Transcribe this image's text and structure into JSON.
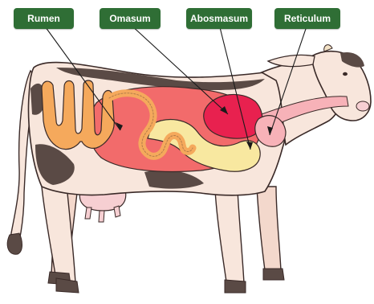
{
  "labels": {
    "rumen": "Rumen",
    "omasum": "Omasum",
    "abomasum": "Abosmasum",
    "reticulum": "Reticulum"
  },
  "colors": {
    "label_bg": "#2f6e35",
    "label_text": "#ffffff",
    "cow_body": "#f8e6dc",
    "cow_spots": "#5a4a45",
    "outline": "#3a2a28",
    "rumen": "#f5a95c",
    "omasum": "#f26b6b",
    "abomasum": "#e8214f",
    "reticulum": "#f7b2b8",
    "intestine": "#f8e8a0"
  }
}
